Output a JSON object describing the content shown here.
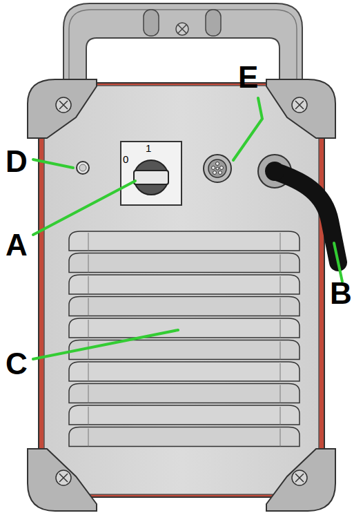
{
  "diagram": {
    "labels": [
      "E",
      "D",
      "0",
      "1",
      "A",
      "B",
      "C"
    ]
  }
}
